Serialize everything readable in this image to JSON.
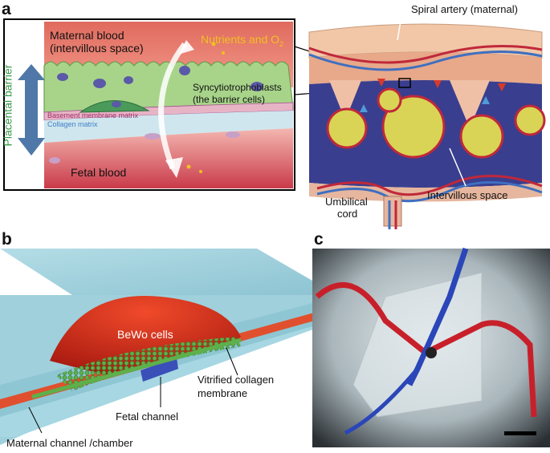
{
  "panels": {
    "a": {
      "letter": "a",
      "inset": {
        "maternal_blood": "Maternal blood",
        "intervillous_space_paren": "(intervillous space)",
        "nutrients": "Nutrients and O",
        "nutrients_sub": "2",
        "syncytio": "Syncytiotrophoblasts",
        "barrier_cells": "(the barrier cells)",
        "basement": "Basement membrane matrix",
        "collagen": "Collagen matrix",
        "fetal_blood": "Fetal blood",
        "placental_barrier": "Placental barrier"
      },
      "anatomy": {
        "spiral_artery": "Spiral artery (maternal)",
        "umbilical_1": "Umbilical",
        "umbilical_2": "cord",
        "intervillous": "Intervillous space"
      }
    },
    "b": {
      "letter": "b",
      "bewo": "BeWo cells",
      "vitrified_1": "Vitrified collagen",
      "vitrified_2": "membrane",
      "fetal_channel": "Fetal channel",
      "maternal_channel": "Maternal channel /chamber"
    },
    "c": {
      "letter": "c"
    }
  },
  "colors": {
    "maternal_red": "#c8333a",
    "fetal_red": "#b8243f",
    "barrier_green": "#9bc98a",
    "collagen_blue": "#3f7fc8",
    "nutrients_yellow": "#f0c020",
    "arrow_blue": "#4f78a8"
  }
}
